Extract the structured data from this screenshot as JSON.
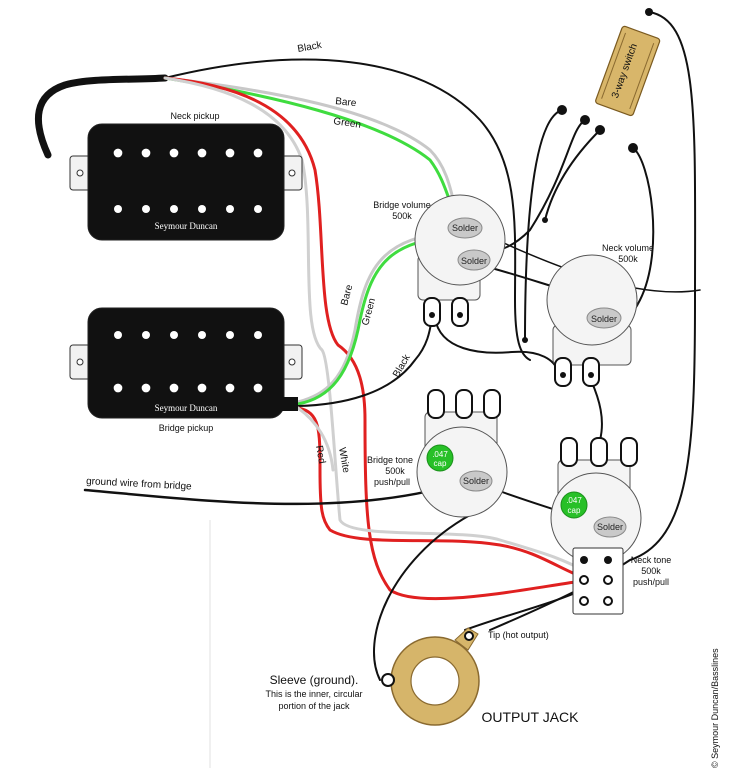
{
  "pickups": {
    "neck": {
      "label": "Neck pickup",
      "brand": "Seymour Duncan"
    },
    "bridge": {
      "label": "Bridge pickup",
      "brand": "Seymour Duncan"
    }
  },
  "wires": {
    "black": "Black",
    "bare_neck": "Bare",
    "green_neck": "Green",
    "bare_bridge": "Bare",
    "green_bridge": "Green",
    "black_bridge": "Black",
    "red": "Red",
    "white": "White"
  },
  "switch": {
    "label": "3-way switch"
  },
  "bridge_volume": {
    "label": "Bridge volume",
    "value": "500k",
    "solder": "Solder"
  },
  "neck_volume": {
    "label": "Neck volume",
    "value": "500k",
    "solder": "Solder"
  },
  "bridge_tone": {
    "label": "Bridge tone",
    "value": "500k",
    "type": "push/pull",
    "solder": "Solder",
    "cap_value": ".047",
    "cap_unit": "cap"
  },
  "neck_tone": {
    "label": "Neck tone",
    "value": "500k",
    "type": "push/pull",
    "solder": "Solder",
    "cap_value": ".047",
    "cap_unit": "cap"
  },
  "ground_wire": "ground wire from bridge",
  "output_jack": {
    "title": "OUTPUT JACK",
    "tip": "Tip (hot output)",
    "sleeve_title": "Sleeve (ground).",
    "sleeve_line1": "This is the inner, circular",
    "sleeve_line2": "portion of the jack"
  },
  "credit": "© Seymour Duncan/Basslines",
  "colors": {
    "black_wire": "#111111",
    "red_wire": "#e02020",
    "green_wire": "#3fdc3f",
    "bare_wire": "#c8c8c8",
    "white_wire": "#d0d0d0",
    "cap": "#27c027",
    "switch_body": "#d8b66a"
  }
}
